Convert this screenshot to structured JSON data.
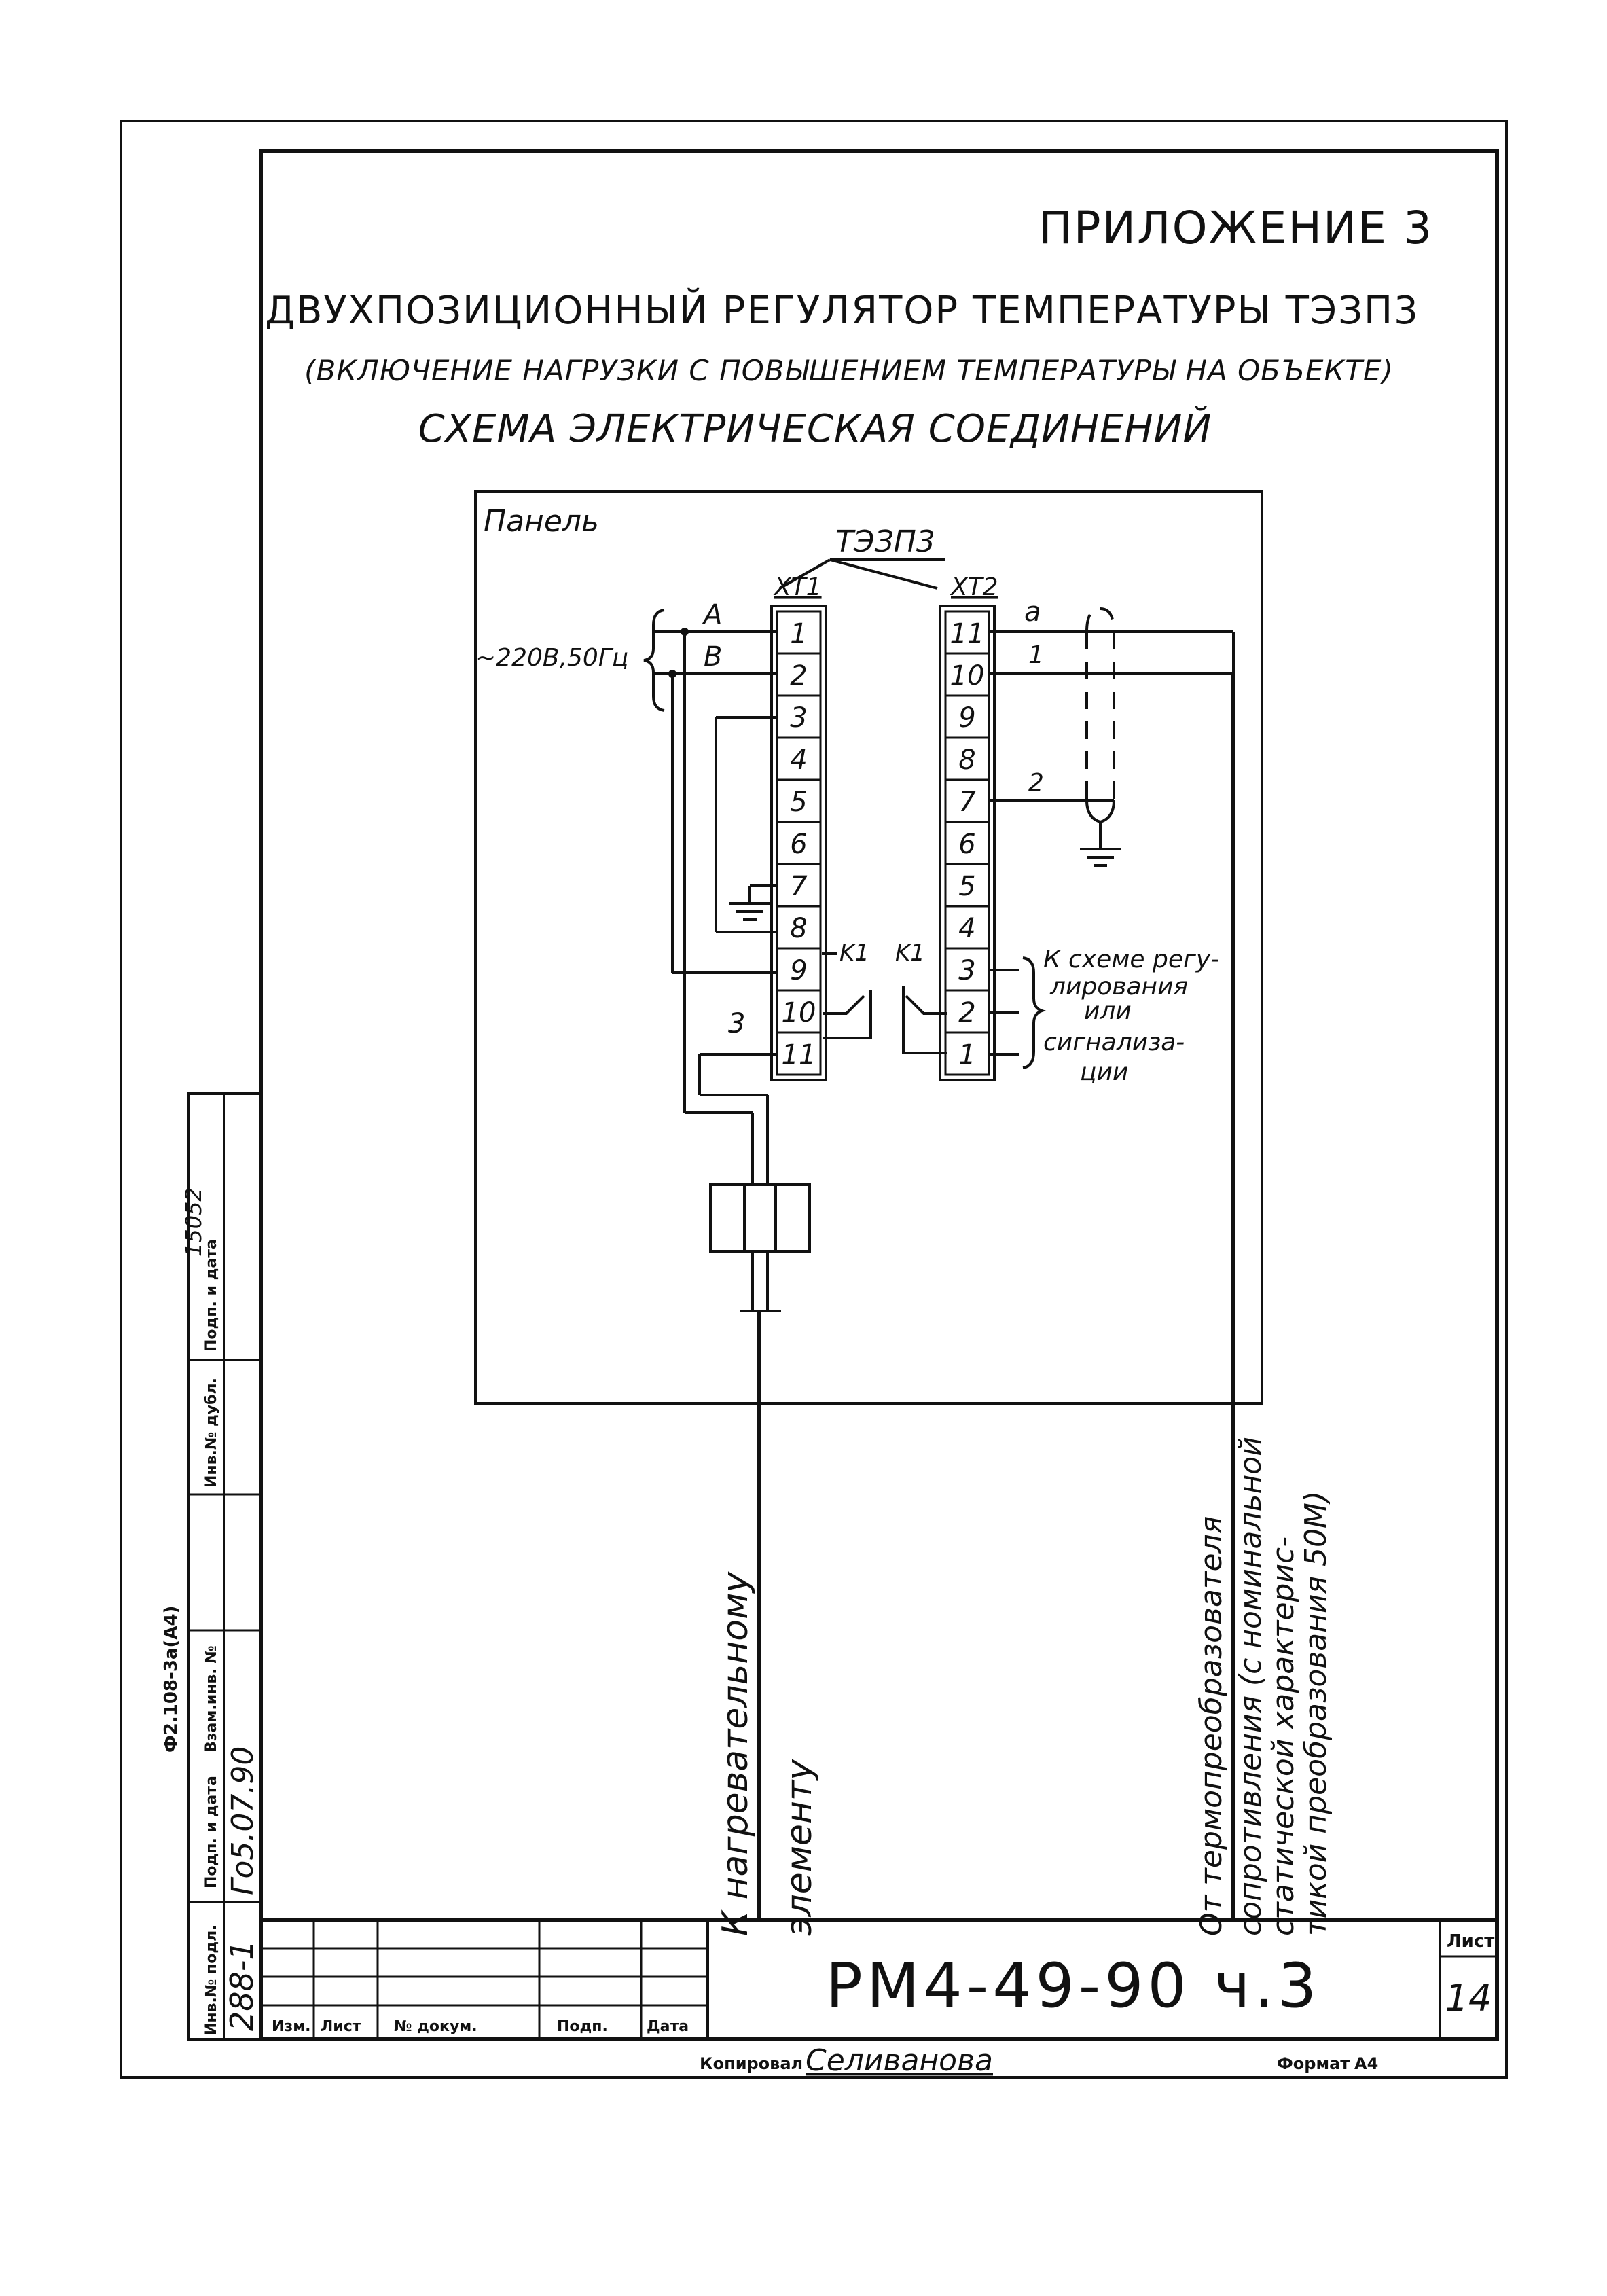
{
  "header": {
    "appendix": "ПРИЛОЖЕНИЕ 3",
    "title": "ДВУХПОЗИЦИОННЫЙ РЕГУЛЯТОР ТЕМПЕРАТУРЫ ТЭЗП3",
    "subtitle": "(ВКЛЮЧЕНИЕ НАГРУЗКИ С ПОВЫШЕНИЕМ ТЕМПЕРАТУРЫ НА ОБЪЕКТЕ)",
    "scheme_title": "СХЕМА ЭЛЕКТРИЧЕСКАЯ СОЕДИНЕНИЙ"
  },
  "diagram": {
    "panel_label": "Панель",
    "device_label": "ТЭЗП3",
    "xt1_label": "XT1",
    "xt2_label": "XT2",
    "xt1_terminals": [
      "1",
      "2",
      "3",
      "4",
      "5",
      "6",
      "7",
      "8",
      "9",
      "10",
      "11"
    ],
    "xt2_terminals": [
      "11",
      "10",
      "9",
      "8",
      "7",
      "6",
      "5",
      "4",
      "3",
      "2",
      "1"
    ],
    "supply_label": "~220В,50Гц",
    "phase_a": "А",
    "phase_b": "В",
    "wire_a": "а",
    "wire_1": "1",
    "wire_2": "2",
    "wire_3": "3",
    "relay_k1_left": "K1",
    "relay_k1_right": "K1",
    "control_note": [
      "К схеме регу-",
      "лирования",
      "или",
      "сигнализа-",
      "ции"
    ],
    "heater_label": [
      "К нагревательному",
      "элементу"
    ],
    "sensor_label": [
      "От термопреобразователя",
      "сопротивления (с номинальной",
      "статической характерис-",
      "тикой преобразования 50М)"
    ]
  },
  "side_stamp": {
    "form_code": "Ф2.108-3а(А4)",
    "cells": [
      "Инв.№ подл.",
      "Подп. и дата",
      "Взам.инв. №",
      "Инв.№ дубл.",
      "Подп. и дата"
    ],
    "handwritten_inv": "288-1",
    "handwritten_date": "Го5.07.90",
    "handwritten_sign_date": "15052"
  },
  "title_block": {
    "columns": [
      "Изм.",
      "Лист",
      "№ докум.",
      "Подп.",
      "Дата"
    ],
    "doc_code": "РМ4-49-90 ч.3",
    "sheet_label": "Лист",
    "sheet_number": "14"
  },
  "footer": {
    "copied_by_label": "Копировал",
    "copied_by_name": "Селиванова",
    "format_label": "Формат",
    "format_value": "А4"
  }
}
